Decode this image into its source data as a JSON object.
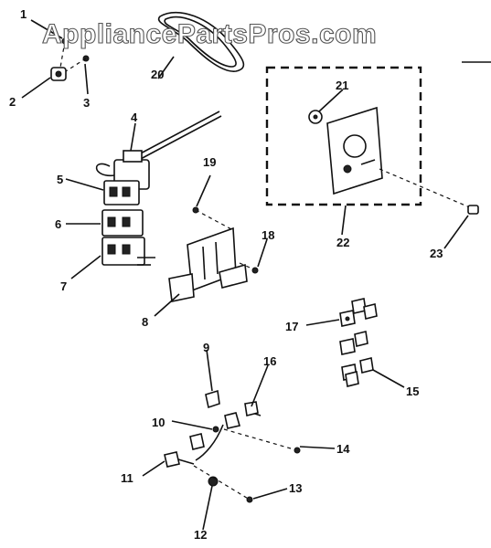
{
  "watermark": "AppliancePartsPros.com",
  "labels": {
    "p1": "1",
    "p2": "2",
    "p3": "3",
    "p4": "4",
    "p5": "5",
    "p6": "6",
    "p7": "7",
    "p8": "8",
    "p9": "9",
    "p10": "10",
    "p11": "11",
    "p12": "12",
    "p13": "13",
    "p14": "14",
    "p15": "15",
    "p16": "16",
    "p17": "17",
    "p18": "18",
    "p19": "19",
    "p20": "20",
    "p21": "21",
    "p22": "22",
    "p23": "23"
  }
}
